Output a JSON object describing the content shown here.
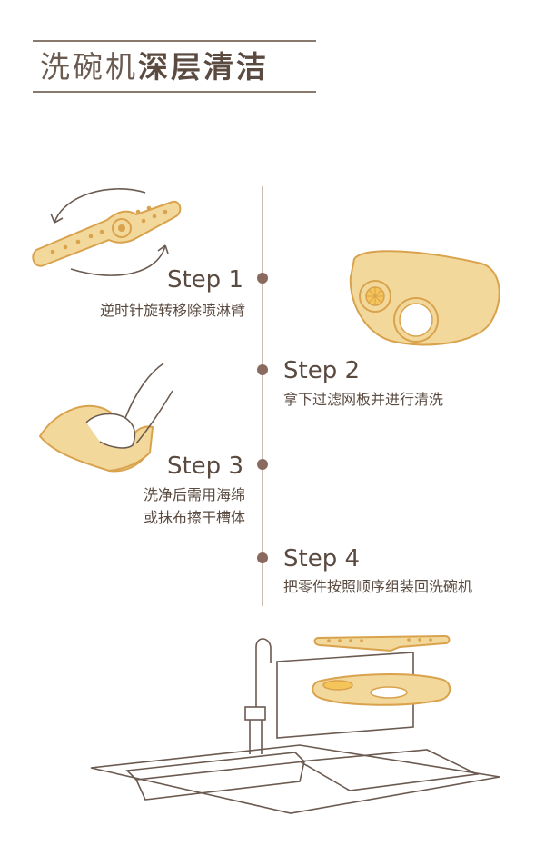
{
  "title": {
    "part1": "洗碗机",
    "part2": "深层清洁"
  },
  "steps": [
    {
      "label": "Step 1",
      "desc": "逆时针旋转移除喷淋臂"
    },
    {
      "label": "Step 2",
      "desc": "拿下过滤网板并进行清洗"
    },
    {
      "label": "Step 3",
      "desc_line1": "洗净后需用海绵",
      "desc_line2": "或抹布擦干槽体"
    },
    {
      "label": "Step 4",
      "desc": "把零件按照顺序组装回洗碗机"
    }
  ],
  "colors": {
    "accent_fill": "#f3d89c",
    "accent_stroke": "#d9a24c",
    "dot": "#8a6a5e",
    "line": "#c9bdb2",
    "ink": "#5a4a40"
  },
  "icons": [
    "spray-arm-rotate-icon",
    "filter-plate-icon",
    "hand-sponge-icon",
    "sink-faucet-icon"
  ]
}
